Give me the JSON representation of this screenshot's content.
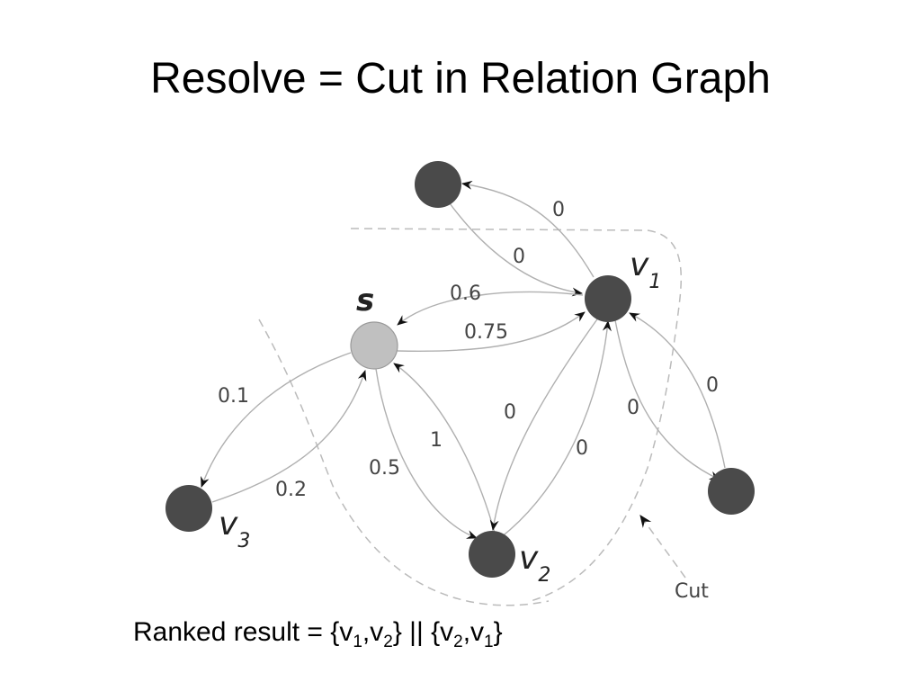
{
  "slide": {
    "title": "Resolve = Cut in Relation Graph"
  },
  "graph": {
    "nodes": {
      "s": "s",
      "v1": {
        "letter": "v",
        "sub": "1"
      },
      "v2": {
        "letter": "v",
        "sub": "2"
      },
      "v3": {
        "letter": "v",
        "sub": "3"
      }
    },
    "edges": {
      "v1_to_top": "0",
      "top_to_v1": "0",
      "v1_to_s": "0.6",
      "s_to_v1": "0.75",
      "s_to_v3": "0.1",
      "v3_to_s": "0.2",
      "s_to_v2": "0.5",
      "v2_to_s": "1",
      "v1_to_v2": "0",
      "v2_to_v1": "0",
      "v1_to_right": "0",
      "right_to_v1": "0"
    },
    "cut_label": "Cut",
    "colors": {
      "node_dark": "#4a4a4a",
      "node_source": "#c0c0c0",
      "edge": "#b0b0b0",
      "arrow": "#111111",
      "cut_line": "#bbbbbb"
    }
  },
  "caption": {
    "prefix": "Ranked result = {",
    "v": "v",
    "s1": "1",
    "s2": "2",
    "comma": ",",
    "mid": "} || {",
    "suffix": "}"
  }
}
